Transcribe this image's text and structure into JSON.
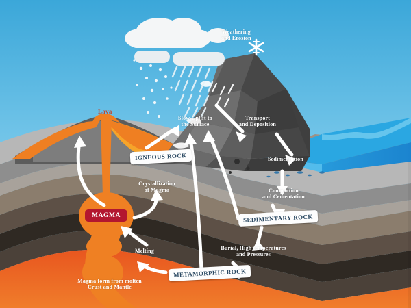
{
  "diagram": {
    "type": "rock-cycle",
    "background_sky_top": "#3aa6d8",
    "background_sky_bottom": "#bfe6f5"
  },
  "labels": {
    "weathering": "Weathering\nand Erosion",
    "slow_uplift": "Slow Uplift to\nthe Surface",
    "transport": "Transport\nand Deposition",
    "sedimentation": "Sedimentation",
    "compaction": "Compaction\nand Cementation",
    "crystallization": "Crystallization\nof Magma",
    "melting": "Melting",
    "burial": "Burial, High temperatures\nand Pressures",
    "magma_origin": "Magma form from molten\nCrust and Mantle",
    "lava": "Lava"
  },
  "rock_boxes": {
    "igneous": "IGNEOUS ROCK",
    "sedimentary": "SEDIMENTARY ROCK",
    "metamorphic": "METAMORPHIC ROCK",
    "magma": "MAGMA"
  },
  "colors": {
    "lava_orange": "#f07d1e",
    "magma_orange": "#ef8023",
    "magma_red": "#b3162f",
    "water_top": "#1f8fd6",
    "water_deep": "#2aa3e0",
    "mountain_dark": "#4d4d4d",
    "rock_label_text": "#2c4a63",
    "lava_text": "#c4472a",
    "mantle_orange": "#e95e24",
    "strata_gray_light": "#b9b9b9",
    "strata_gray_mid": "#8f8f8f",
    "strata_brown_light": "#8b7e70",
    "strata_brown_mid": "#6a5b4e",
    "strata_brown_dark": "#3b312a",
    "strata_brown_darkest": "#2e2721"
  }
}
